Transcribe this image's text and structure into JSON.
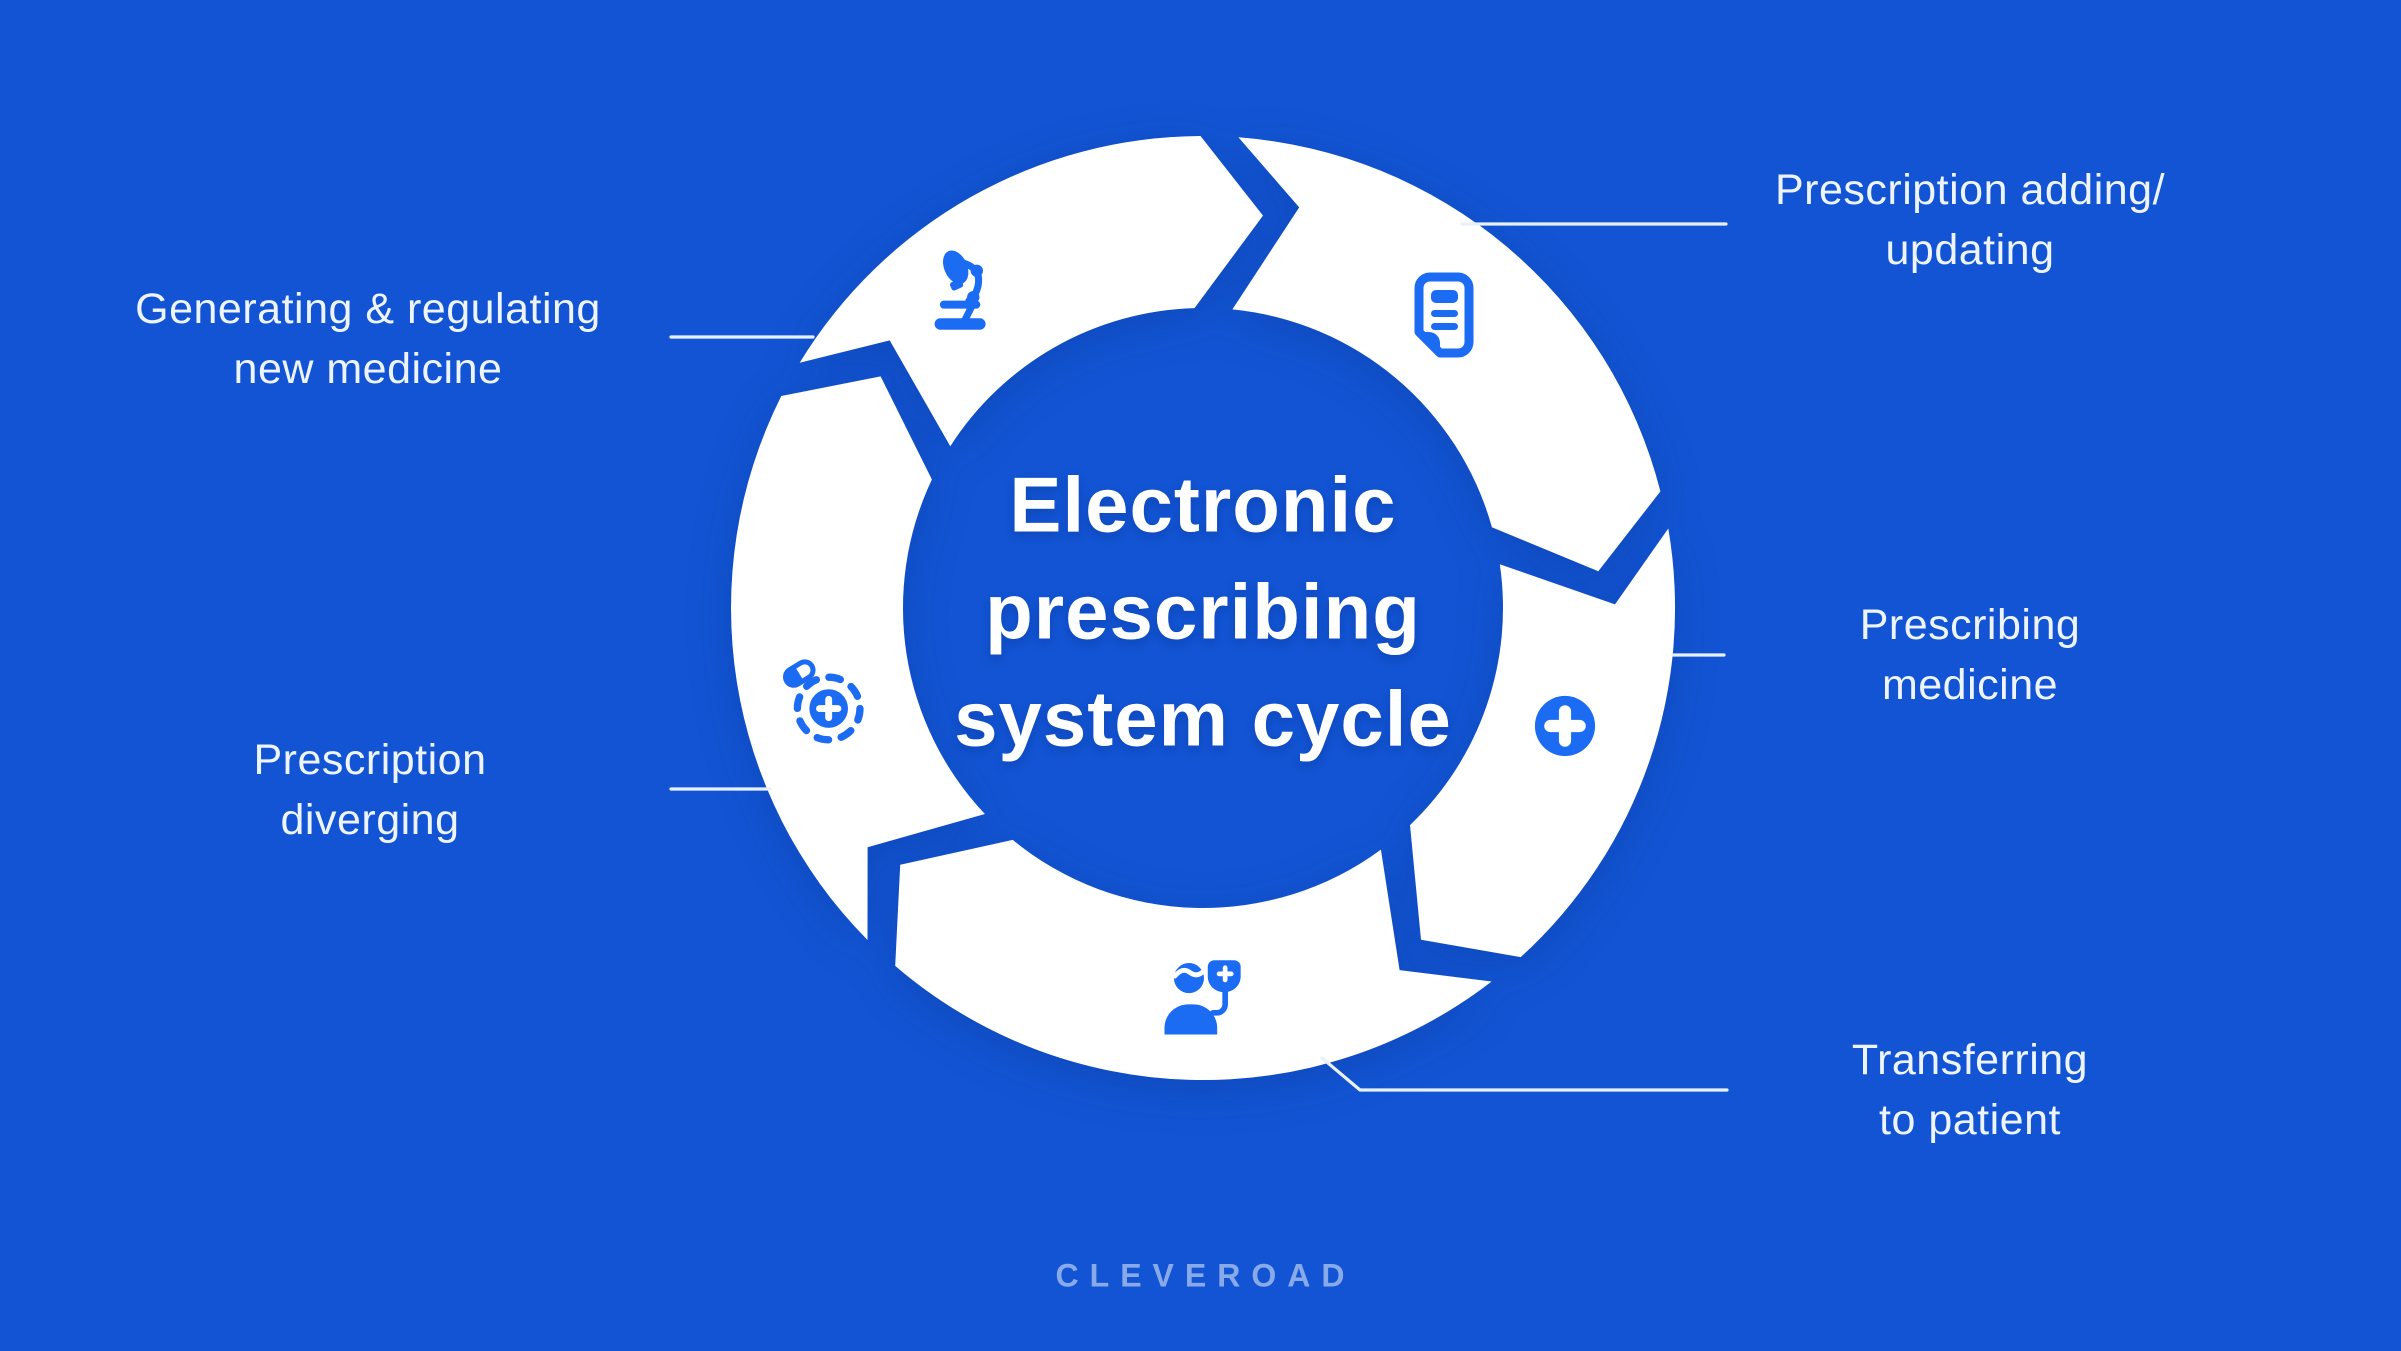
{
  "colors": {
    "background": "#1254d3",
    "accent": "#1b6cf2",
    "ring": "#ffffff",
    "label_text": "#edf4fd",
    "connector": "#e7f0fb",
    "logo_text": "rgba(255,255,255,0.5)"
  },
  "title": {
    "lines": [
      "Electronic",
      "prescribing",
      "system cycle"
    ]
  },
  "labels": [
    {
      "id": "generating-regulating",
      "lines": [
        "Generating & regulating",
        "new medicine"
      ]
    },
    {
      "id": "prescription-adding",
      "lines": [
        "Prescription adding/",
        "updating"
      ]
    },
    {
      "id": "prescribing-medicine",
      "lines": [
        "Prescribing",
        "medicine"
      ]
    },
    {
      "id": "transferring-to-patient",
      "lines": [
        "Transferring",
        "to patient"
      ]
    },
    {
      "id": "prescription-diverging",
      "lines": [
        "Prescription",
        "diverging"
      ]
    }
  ],
  "cycle_steps": [
    {
      "icon": "document-icon",
      "label": "Prescription adding/ updating"
    },
    {
      "icon": "plus-cross-icon",
      "label": "Prescribing medicine"
    },
    {
      "icon": "patient-iv-icon",
      "label": "Transferring to patient"
    },
    {
      "icon": "pill-dashed-circle-icon",
      "label": "Prescription diverging"
    },
    {
      "icon": "microscope-icon",
      "label": "Generating & regulating new medicine"
    }
  ],
  "logo": {
    "text": "CLEVEROAD"
  }
}
